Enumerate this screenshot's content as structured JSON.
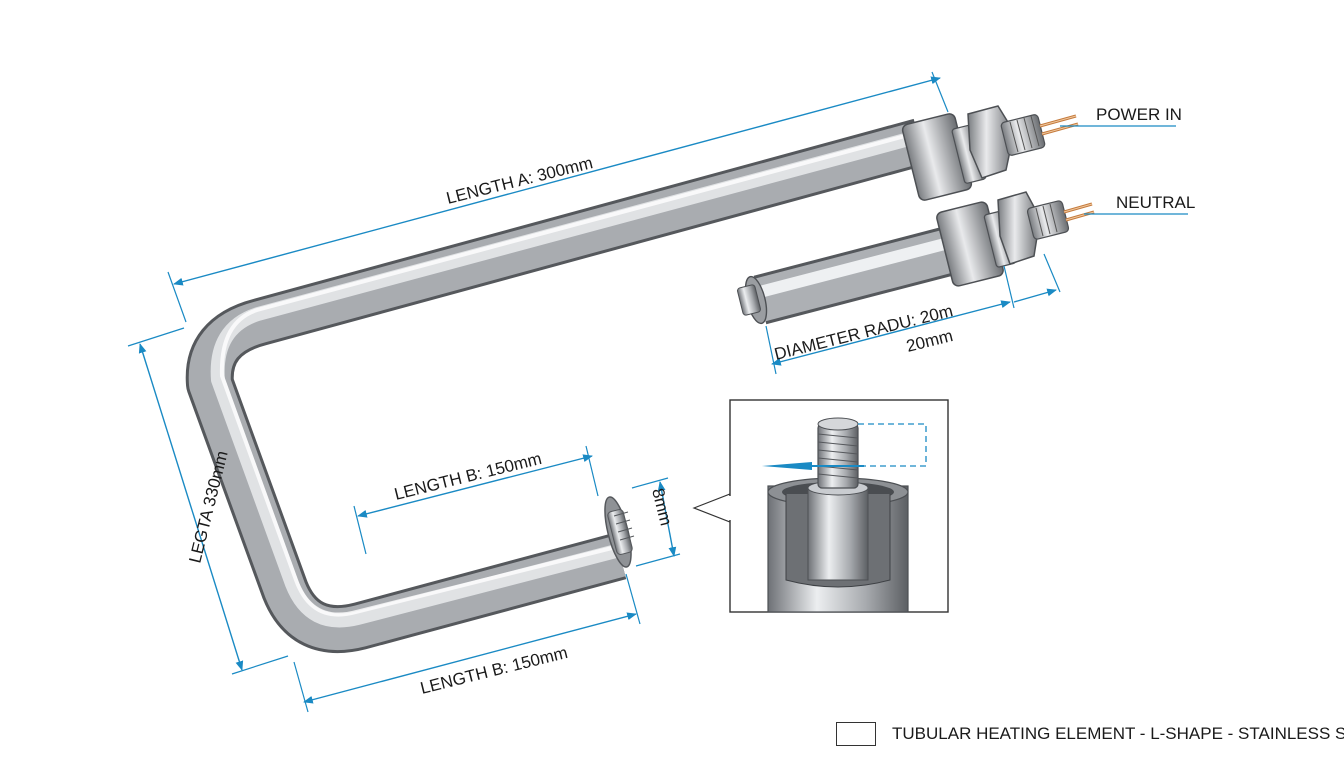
{
  "labels": {
    "length_a": "LENGTH A: 300mm",
    "length_b_top": "LENGTH B: 150mm",
    "length_b_bottom": "LENGTH B: 150mm",
    "left_length": "LEGTA 330mm",
    "diameter_radius": "DIAMETER RADU: 20m",
    "diameter_value": "20mm",
    "end_diameter": "8mm",
    "power_in": "POWER IN",
    "neutral": "NEUTRAL"
  },
  "title_block": {
    "text": "TUBULAR HEATING ELEMENT - L-SHAPE - STAINLESS STEEL"
  },
  "colors": {
    "dimension": "#1a8ac4",
    "steel_light": "#f4f5f6",
    "steel_mid": "#b9bcc0",
    "steel_dark": "#6e7176",
    "copper": "#c47a3c"
  }
}
